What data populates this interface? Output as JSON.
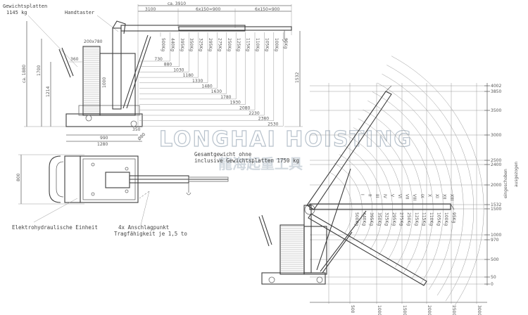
{
  "labels": {
    "gewichtsplatten": "Gewichtsplatten",
    "gewicht": "1145 kg",
    "handtaster": "Handtaster",
    "gesamt1": "Gesamtgewicht ohne",
    "gesamt2": "inclusive Gewichtsplatten 1750 kg",
    "elektro": "Elektrohydraulische Einheit",
    "anschlag1": "4x Anschlagpunkt",
    "anschlag2": "Tragfähigkeit je 1,5 to",
    "ausgezogen": "ausgezogen",
    "eingeschoben": "eingeschoben",
    "dim_top": "ca. 3910",
    "dim_3100": "3100",
    "dim_6x150a": "6x150=900",
    "dim_6x150b": "6x150=900",
    "dim_200x780": "200x780",
    "dim_360": "360",
    "dim_ca1880": "ca. 1880",
    "dim_1700": "1700",
    "dim_1214": "1214",
    "dim_1000": "1000",
    "dim_1532": "1532",
    "dim_990": "990",
    "dim_1280": "1280",
    "dim_350": "350",
    "dim_phi": "Ø80",
    "dim_800": "800",
    "watermark": "LONGHAI HOISTING",
    "watermark_cn": "龍海起重工具"
  },
  "side_loads": [
    "500Kg",
    "440Kg",
    "395Kg",
    "350Kg",
    "325Kg",
    "295Kg",
    "275Kg",
    "250Kg",
    "125Kg",
    "115Kg",
    "110Kg",
    "105Kg",
    "100Kg",
    "95Kg"
  ],
  "reach_dims": [
    "730",
    "880",
    "1030",
    "1180",
    "1330",
    "1480",
    "1630",
    "1780",
    "1930",
    "2080",
    "2230",
    "2380",
    "2530"
  ],
  "roman": [
    "I",
    "II",
    "III",
    "IV",
    "V",
    "VI",
    "VII",
    "VIII",
    "IX",
    "X",
    "XI",
    "XII",
    "XIII"
  ],
  "arc_loads": [
    "500Kg",
    "440Kg",
    "395Kg",
    "350Kg",
    "325Kg",
    "295Kg",
    "275Kg",
    "250Kg",
    "125Kg",
    "115Kg",
    "110Kg",
    "105Kg",
    "100Kg",
    "95Kg"
  ],
  "right_axis": [
    "4002",
    "3850",
    "3500",
    "3000",
    "2500",
    "2400",
    "2000",
    "1532",
    "1500",
    "1000",
    "970",
    "500",
    "50",
    "0"
  ],
  "bottom_axis": [
    "500",
    "1000",
    "1500",
    "2000",
    "2500",
    "3000"
  ]
}
